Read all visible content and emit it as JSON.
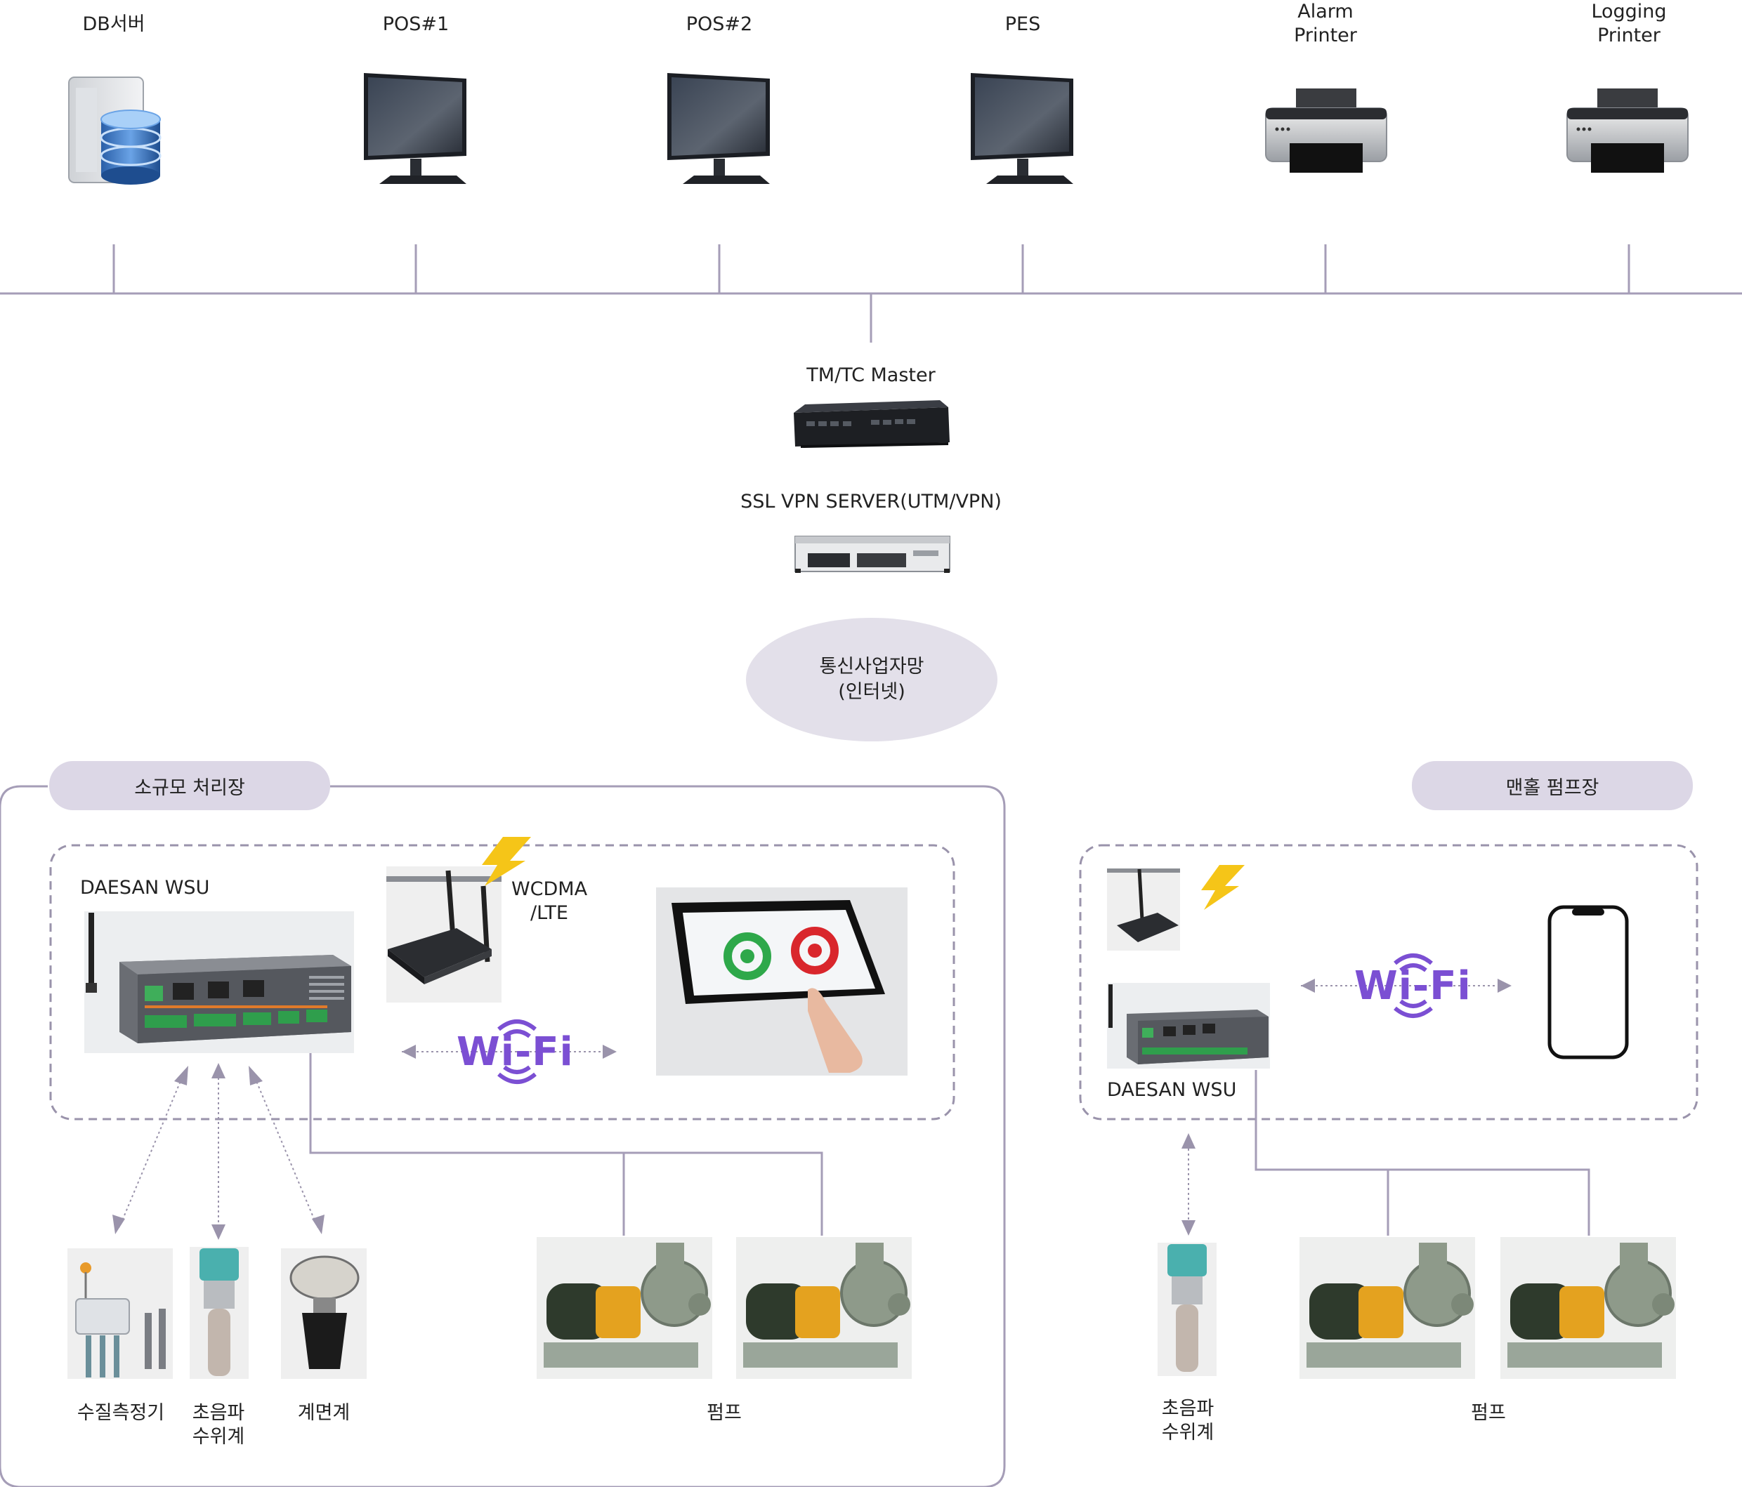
{
  "nodes": {
    "db_server": "DB서버",
    "pos1": "POS#1",
    "pos2": "POS#2",
    "pes": "PES",
    "alarm_printer": "Alarm\nPrinter",
    "logging_printer": "Logging\nPrinter",
    "tm_tc_master": "TM/TC Master",
    "ssl_vpn": "SSL VPN SERVER(UTM/VPN)",
    "carrier_net": "통신사업자망\n(인터넷)",
    "wcdma": "WCDMA\n/LTE"
  },
  "left_site": {
    "title": "소규모 처리장",
    "wsu": "DAESAN WSU",
    "wifi": "Wi-Fi",
    "water_quality": "수질측정기",
    "ultrasonic": "초음파\n수위계",
    "level_meter": "계면계",
    "pump": "펌프"
  },
  "right_site": {
    "title": "맨홀 펌프장",
    "wsu": "DAESAN WSU",
    "wifi": "Wi-Fi",
    "ultrasonic": "초음파\n수위계",
    "pump": "펌프"
  },
  "colors": {
    "line": "#a59db7",
    "dash": "#9a93ab",
    "pill": "#dcd7e6",
    "wifi": "#7b4fd3",
    "bolt": "#f5c518"
  }
}
